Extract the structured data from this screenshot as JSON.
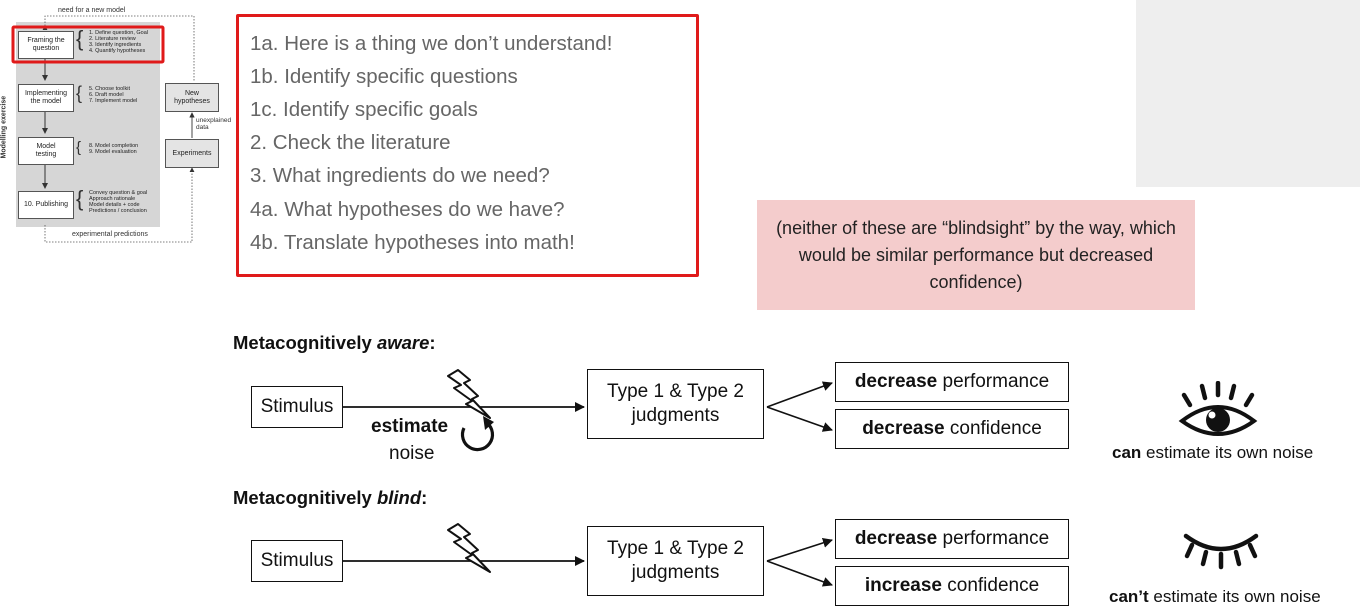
{
  "workflow": {
    "top_loop_label": "need for a new model",
    "bottom_loop_label": "experimental predictions",
    "side_label": "Modelling exercise",
    "unexplained_label": "unexplained\ndata",
    "steps": [
      {
        "label": "Framing the\nquestion",
        "details": "1. Define question, Goal\n2. Literature review\n3. Identify ingredients\n4. Quantify hypotheses"
      },
      {
        "label": "Implementing\nthe model",
        "details": "5. Choose toolkit\n6. Draft model\n7. Implement model"
      },
      {
        "label": "Model\ntesting",
        "details": "8. Model completion\n9. Model evaluation"
      },
      {
        "label": "10. Publishing",
        "details": "Convey question & goal\nApproach rationale\nModel details + code\nPredictions / conclusion"
      }
    ],
    "new_hypotheses": "New\nhypotheses",
    "experiments": "Experiments"
  },
  "steps_list": [
    "1a. Here is a thing we don’t understand!",
    "1b. Identify specific questions",
    "1c. Identify specific goals",
    "2. Check the literature",
    "3. What ingredients do we need?",
    "4a. What hypotheses do we have?",
    "4b. Translate hypotheses into math!"
  ],
  "note": "(neither of these are “blindsight” by the way, which would be similar performance but decreased confidence)",
  "aware": {
    "heading_prefix": "Metacognitively ",
    "heading_emph": "aware",
    "heading_suffix": ":",
    "stimulus": "Stimulus",
    "estimate": "estimate",
    "noise": "noise",
    "judgments_line1": "Type 1 & Type 2",
    "judgments_line2": "judgments",
    "out1_bold": "decrease",
    "out1_rest": " performance",
    "out2_bold": "decrease",
    "out2_rest": " confidence",
    "eye_caption_bold": "can",
    "eye_caption_rest": " estimate its own noise"
  },
  "blind": {
    "heading_prefix": "Metacognitively ",
    "heading_emph": "blind",
    "heading_suffix": ":",
    "stimulus": "Stimulus",
    "judgments_line1": "Type 1 & Type 2",
    "judgments_line2": "judgments",
    "out1_bold": "decrease",
    "out1_rest": " performance",
    "out2_bold": "increase",
    "out2_rest": " confidence",
    "eye_caption_bold": "can’t",
    "eye_caption_rest": " estimate its own noise"
  },
  "icons": [
    "open-eye-icon",
    "closed-eye-icon",
    "lightning-icon",
    "circular-arrow-icon"
  ],
  "colors": {
    "highlight_red": "#e01a1a",
    "note_pink": "#f4cccc",
    "workflow_gray": "#d6d6d6"
  }
}
